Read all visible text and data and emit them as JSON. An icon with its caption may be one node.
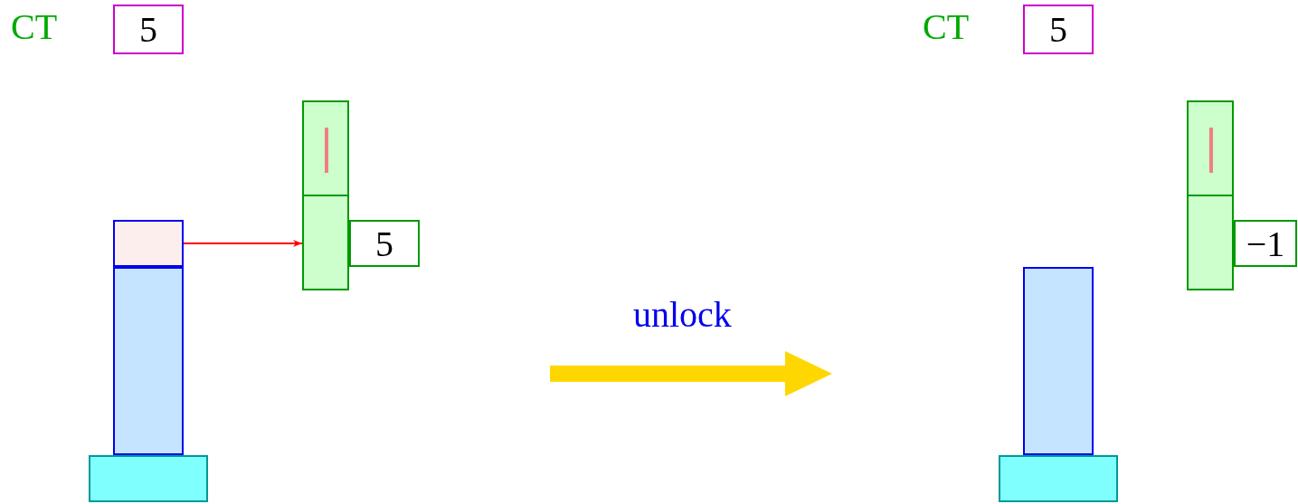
{
  "diagram": {
    "nodes": [
      {
        "text": [
          "5"
        ],
        "beside": [
          "CT"
        ]
      },
      {
        "text": [],
        "shape": "box"
      },
      {
        "text": [],
        "shape": "box"
      },
      {
        "text": [
          "5"
        ]
      },
      {
        "text": [
          "5"
        ],
        "beside": [
          "CT"
        ]
      },
      {
        "text": [],
        "shape": "box"
      },
      {
        "text": [
          "−1"
        ]
      },
      {
        "text": [],
        "shape": "box"
      },
      {
        "text": [],
        "shape": "box"
      },
      {
        "text": [],
        "shape": "box"
      },
      {
        "text": [],
        "shape": "box"
      }
    ],
    "edges": [
      {
        "from": 1,
        "to": 2,
        "arrow": "to",
        "color": "#ff0000"
      }
    ],
    "labels": [
      "unlock"
    ]
  }
}
